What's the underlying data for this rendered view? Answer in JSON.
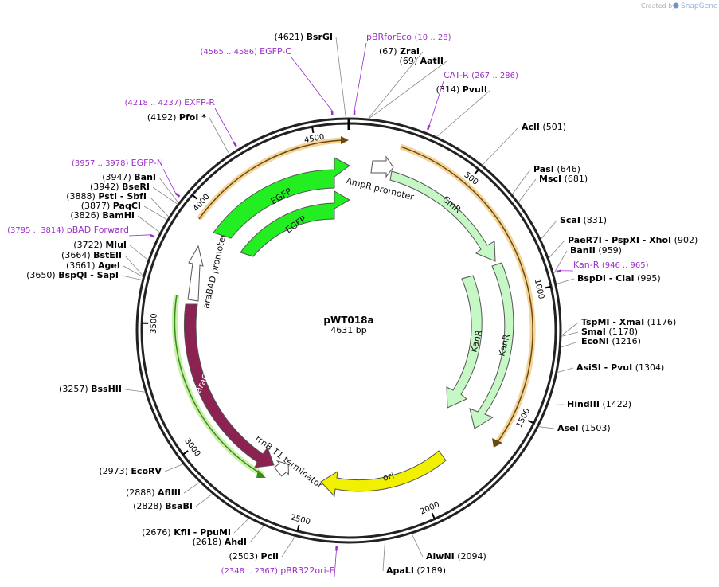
{
  "plasmid": {
    "name": "pWT018a",
    "size_label": "4631 bp",
    "total_bp": 4631
  },
  "watermark": {
    "created_by": "Created by",
    "brand": "SnapGene"
  },
  "colors": {
    "primer": "#9b30c8",
    "enzyme_line": "#888888",
    "gfp": "#20e020",
    "resistance": "#c6f8c6",
    "ori": "#f0f000",
    "arac": "#8b2252",
    "orange_feature": "#f0b060"
  },
  "ticks": [
    {
      "bp": 500,
      "label": "500"
    },
    {
      "bp": 1000,
      "label": "1000"
    },
    {
      "bp": 1500,
      "label": "1500"
    },
    {
      "bp": 2000,
      "label": "2000"
    },
    {
      "bp": 2500,
      "label": "2500"
    },
    {
      "bp": 3000,
      "label": "3000"
    },
    {
      "bp": 3500,
      "label": "3500"
    },
    {
      "bp": 4000,
      "label": "4000"
    },
    {
      "bp": 4500,
      "label": "4500"
    }
  ],
  "enzymes": [
    {
      "pos": "(4621)",
      "name": "BsrGI",
      "bp": 4621
    },
    {
      "pos": "(67)",
      "name": "ZraI",
      "bp": 67
    },
    {
      "pos": "(69)",
      "name": "AatII",
      "bp": 69
    },
    {
      "pos": "(314)",
      "name": "PvuII",
      "bp": 314
    },
    {
      "pos": "(501)",
      "name": "AclI",
      "bp": 501
    },
    {
      "pos": "(646)",
      "name": "PasI",
      "bp": 646
    },
    {
      "pos": "(681)",
      "name": "MscI",
      "bp": 681
    },
    {
      "pos": "(831)",
      "name": "ScaI",
      "bp": 831
    },
    {
      "pos": "(902)",
      "name": "PaeR7I   - PspXI   - XhoI",
      "bp": 902
    },
    {
      "pos": "(959)",
      "name": "BanII",
      "bp": 959
    },
    {
      "pos": "(995)",
      "name": "BspDI   - ClaI",
      "bp": 995
    },
    {
      "pos": "(1176)",
      "name": "TspMI   - XmaI",
      "bp": 1176
    },
    {
      "pos": "(1178)",
      "name": "SmaI",
      "bp": 1178
    },
    {
      "pos": "(1216)",
      "name": "EcoNI",
      "bp": 1216
    },
    {
      "pos": "(1304)",
      "name": "AsiSI   - PvuI",
      "bp": 1304
    },
    {
      "pos": "(1422)",
      "name": "HindIII",
      "bp": 1422
    },
    {
      "pos": "(1503)",
      "name": "AseI",
      "bp": 1503
    },
    {
      "pos": "(2094)",
      "name": "AlwNI",
      "bp": 2094
    },
    {
      "pos": "(2189)",
      "name": "ApaLI",
      "bp": 2189
    },
    {
      "pos": "(2503)",
      "name": "PciI",
      "bp": 2503
    },
    {
      "pos": "(2618)",
      "name": "AhdI",
      "bp": 2618
    },
    {
      "pos": "(2676)",
      "name": "KflI   - PpuMI",
      "bp": 2676
    },
    {
      "pos": "(2828)",
      "name": "BsaBI",
      "bp": 2828
    },
    {
      "pos": "(2888)",
      "name": "AflIII",
      "bp": 2888
    },
    {
      "pos": "(2973)",
      "name": "EcoRV",
      "bp": 2973
    },
    {
      "pos": "(3257)",
      "name": "BssHII",
      "bp": 3257
    },
    {
      "pos": "(3650)",
      "name": "BspQI   - SapI",
      "bp": 3650
    },
    {
      "pos": "(3661)",
      "name": "AgeI",
      "bp": 3661
    },
    {
      "pos": "(3664)",
      "name": "BstEII",
      "bp": 3664
    },
    {
      "pos": "(3722)",
      "name": "MluI",
      "bp": 3722
    },
    {
      "pos": "(3826)",
      "name": "BamHI",
      "bp": 3826
    },
    {
      "pos": "(3877)",
      "name": "PaqCI",
      "bp": 3877
    },
    {
      "pos": "(3888)",
      "name": "PstI   - SbfI",
      "bp": 3888
    },
    {
      "pos": "(3942)",
      "name": "BseRI",
      "bp": 3942
    },
    {
      "pos": "(3947)",
      "name": "BanI",
      "bp": 3947
    },
    {
      "pos": "(4192)",
      "name": "PfoI *",
      "bp": 4192
    }
  ],
  "primers": [
    {
      "name": "pBRforEco",
      "range": "(10 .. 28)",
      "bp": 19
    },
    {
      "name": "EGFP-C",
      "range": "(4565 .. 4586)",
      "bp": 4575
    },
    {
      "name": "CAT-R",
      "range": "(267 .. 286)",
      "bp": 276
    },
    {
      "name": "EXFP-R",
      "range": "(4218 .. 4237)",
      "bp": 4227
    },
    {
      "name": "EGFP-N",
      "range": "(3957 .. 3978)",
      "bp": 3967
    },
    {
      "name": "pBAD Forward",
      "range": "(3795 .. 3814)",
      "bp": 3804
    },
    {
      "name": "Kan-R",
      "range": "(946 .. 965)",
      "bp": 955
    },
    {
      "name": "pBR322ori-F",
      "range": "(2348 .. 2367)",
      "bp": 2357
    }
  ],
  "features": [
    {
      "name": "AmpR promoter"
    },
    {
      "name": "CmR"
    },
    {
      "name": "KanR"
    },
    {
      "name": "KanR"
    },
    {
      "name": "ori"
    },
    {
      "name": "rrnB T1 terminator"
    },
    {
      "name": "araC"
    },
    {
      "name": "araBAD promoter"
    },
    {
      "name": "EGFP"
    },
    {
      "name": "EGFP"
    }
  ]
}
